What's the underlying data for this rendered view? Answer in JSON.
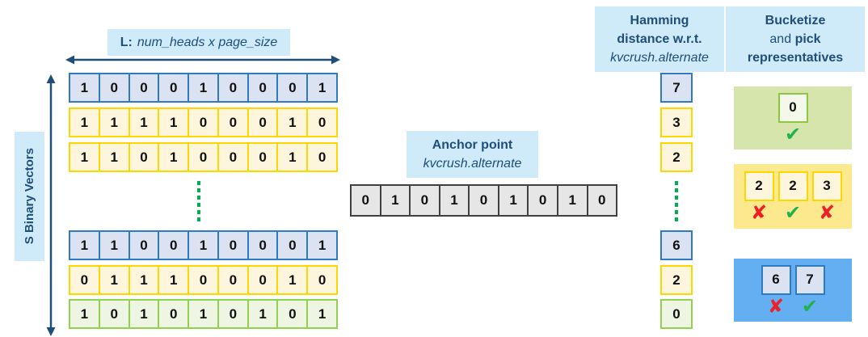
{
  "left_axis": {
    "label": "S Binary Vectors"
  },
  "top_axis": {
    "prefix": "L:",
    "dimension": "num_heads x page_size"
  },
  "anchor": {
    "title": "Anchor point",
    "subtitle": "kvcrush.alternate",
    "bits": [
      0,
      1,
      0,
      1,
      0,
      1,
      0,
      1,
      0
    ]
  },
  "hamming_header": {
    "line1": "Hamming",
    "line2": "distance w.r.t.",
    "line3": "kvcrush.alternate"
  },
  "bucketize_header": {
    "line1": "Bucketize",
    "line2_regular": "and",
    "line2_bold": "pick",
    "line3": "representatives"
  },
  "vectors": [
    {
      "style": "blue",
      "bits": [
        1,
        0,
        0,
        0,
        1,
        0,
        0,
        0,
        1
      ],
      "hamming": 7
    },
    {
      "style": "yellow",
      "bits": [
        1,
        1,
        1,
        1,
        0,
        0,
        0,
        1,
        0
      ],
      "hamming": 3
    },
    {
      "style": "yellow",
      "bits": [
        1,
        1,
        0,
        1,
        0,
        0,
        0,
        1,
        0
      ],
      "hamming": 2
    },
    {
      "style": "blue",
      "bits": [
        1,
        1,
        0,
        0,
        1,
        0,
        0,
        0,
        1
      ],
      "hamming": 6
    },
    {
      "style": "yellow",
      "bits": [
        0,
        1,
        1,
        1,
        0,
        0,
        0,
        1,
        0
      ],
      "hamming": 2
    },
    {
      "style": "green",
      "bits": [
        1,
        0,
        1,
        0,
        1,
        0,
        1,
        0,
        1
      ],
      "hamming": 0
    }
  ],
  "buckets": [
    {
      "style": "green",
      "items": [
        {
          "value": "0",
          "mark": "check"
        }
      ]
    },
    {
      "style": "yellow",
      "items": [
        {
          "value": "2",
          "mark": "cross"
        },
        {
          "value": "2",
          "mark": "check"
        },
        {
          "value": "3",
          "mark": "cross"
        }
      ]
    },
    {
      "style": "blue",
      "items": [
        {
          "value": "6",
          "mark": "cross"
        },
        {
          "value": "7",
          "mark": "check"
        }
      ]
    }
  ],
  "colors": {
    "header_bg": "#cfeaf8",
    "text_navy": "#1f4e79",
    "arrow": "#1f4e79",
    "blue_border": "#2e7bbf",
    "blue_fill": "#dbe2f1",
    "yellow_border": "#ffd700",
    "yellow_fill": "#fdf5dc",
    "green_border": "#92d050",
    "green_fill": "#eef5e3",
    "gray_border": "#404040",
    "gray_fill": "#e7e6e6",
    "dotted_ellipsis": "#00b050",
    "bucket_green_bg": "#d6e5ab",
    "bucket_yellow_bg": "#fce98d",
    "bucket_blue_bg": "#63aff2",
    "check_mark": "#21b24b",
    "cross_mark": "#ec2027"
  }
}
